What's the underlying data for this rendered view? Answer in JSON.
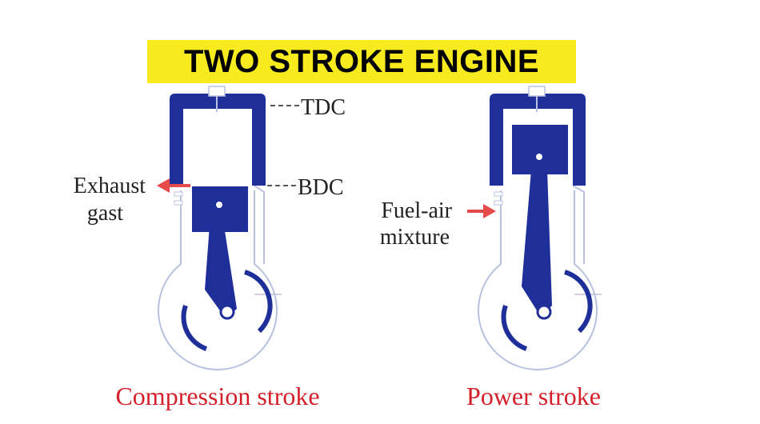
{
  "title": "TWO STROKE ENGINE",
  "labels": {
    "tdc": "TDC",
    "bdc": "BDC",
    "exhaust_line1": "Exhaust",
    "exhaust_line2": "gast",
    "fuel_line1": "Fuel-air",
    "fuel_line2": "mixture"
  },
  "captions": {
    "left": "Compression stroke",
    "right": "Power stroke"
  },
  "colors": {
    "title_bg": "#f7ea1f",
    "engine_blue": "#1f2f9a",
    "arrow_red": "#e64b4b",
    "caption_red": "#d4202a",
    "outline_gray": "#b8c1df"
  }
}
